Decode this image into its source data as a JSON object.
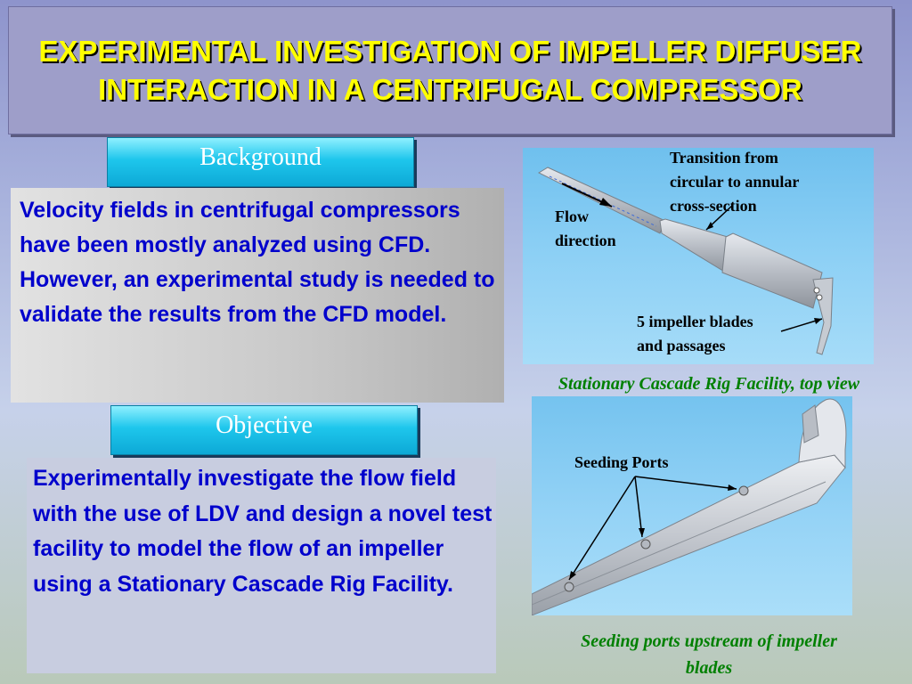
{
  "title": "EXPERIMENTAL INVESTIGATION OF IMPELLER DIFFUSER INTERACTION IN A CENTRIFUGAL COMPRESSOR",
  "sections": {
    "background": {
      "heading": "Background",
      "text": "Velocity fields in centrifugal compressors have been mostly analyzed using CFD. However, an experimental study is needed to validate the results from the CFD model."
    },
    "objective": {
      "heading": "Objective",
      "text": "Experimentally investigate the flow field with the use of LDV and design a novel test facility to model the flow of an impeller using a Stationary Cascade Rig Facility."
    }
  },
  "figures": {
    "top_view": {
      "labels": {
        "transition_l1": "Transition from",
        "transition_l2": "circular to annular",
        "transition_l3": "cross-section",
        "flow_l1": "Flow",
        "flow_l2": "direction",
        "blades_l1": "5 impeller blades",
        "blades_l2": "and passages"
      },
      "caption": "Stationary Cascade Rig Facility, top view"
    },
    "seeding": {
      "labels": {
        "seeding_ports": "Seeding Ports"
      },
      "caption_l1": "Seeding ports upstream of impeller",
      "caption_l2": "blades"
    }
  },
  "colors": {
    "title_text": "#ffff00",
    "body_text": "#0000cc",
    "caption_text": "#008000",
    "section_button": "#1ec6ec"
  }
}
